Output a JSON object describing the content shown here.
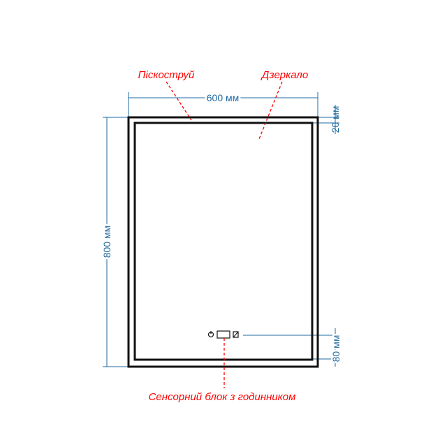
{
  "colors": {
    "dimension": "#1f6aa0",
    "callout": "#ff0000",
    "frame": "#111111",
    "background": "#ffffff"
  },
  "callouts": {
    "sandblast": "Піскоструй",
    "mirror": "Дзеркало",
    "sensor_block": "Сенсорний блок з годинником"
  },
  "dimensions": {
    "width": "600 мм",
    "height": "800 мм",
    "border": "20 мм",
    "sensor_offset": "80 мм"
  },
  "icons": {
    "sensor_left": "power-button-icon",
    "sensor_display": "clock-display-icon",
    "sensor_right": "light-toggle-icon"
  }
}
